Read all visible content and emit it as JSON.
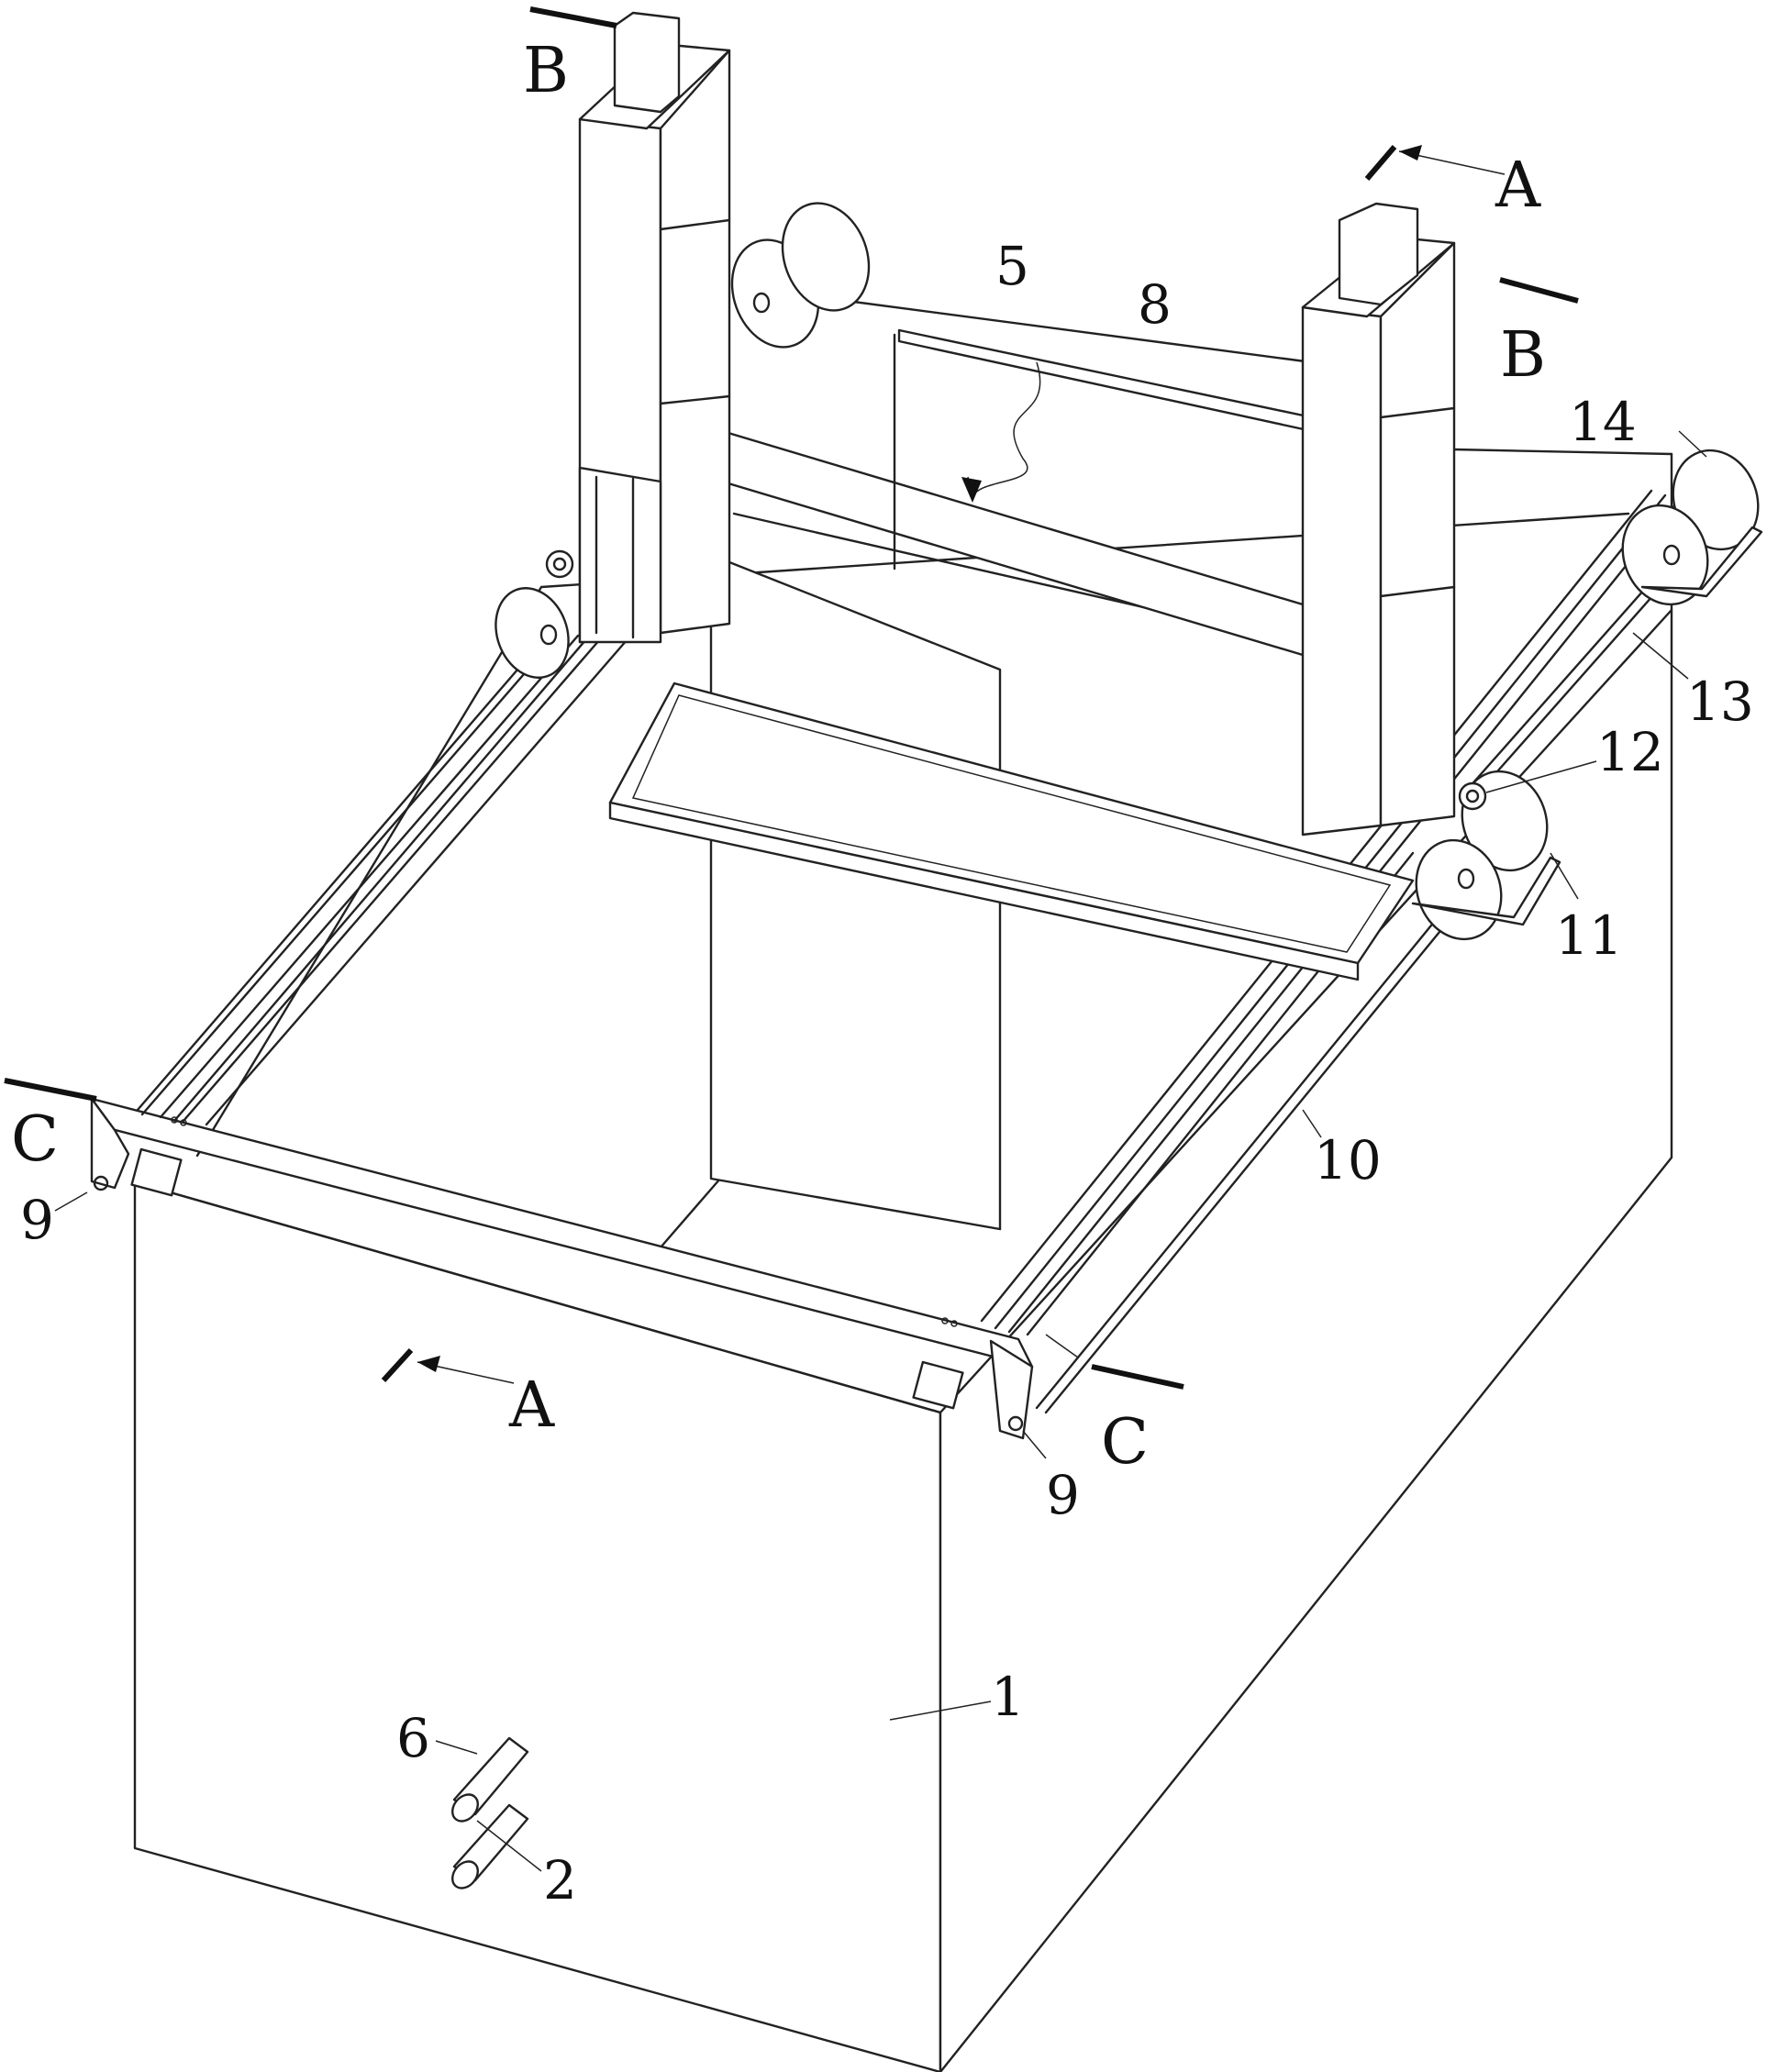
{
  "labels": {
    "n1": "1",
    "n2": "2",
    "n5": "5",
    "n6": "6",
    "n8": "8",
    "n9a": "9",
    "n9b": "9",
    "n10": "10",
    "n11": "11",
    "n12": "12",
    "n13": "13",
    "n14": "14"
  },
  "sections": {
    "a_top": "A",
    "a_bottom": "A",
    "b_left": "B",
    "b_right": "B",
    "c_left": "C",
    "c_right": "C"
  },
  "colors": {
    "line": "#222222",
    "background": "#ffffff"
  }
}
